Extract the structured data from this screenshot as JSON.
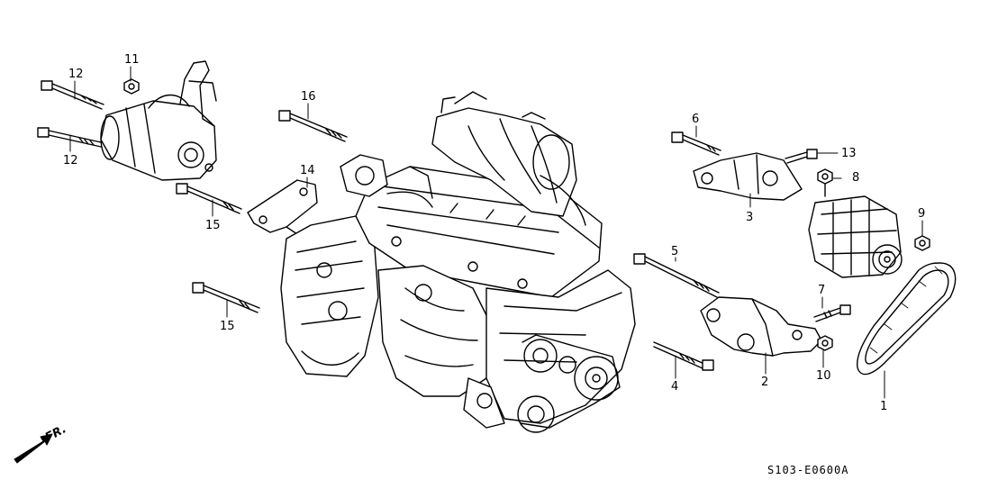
{
  "callouts": {
    "c1": "1",
    "c2": "2",
    "c3": "3",
    "c4": "4",
    "c5": "5",
    "c6": "6",
    "c7": "7",
    "c8": "8",
    "c9": "9",
    "c10": "10",
    "c11": "11",
    "c12a": "12",
    "c12b": "12",
    "c13": "13",
    "c14": "14",
    "c15a": "15",
    "c15b": "15",
    "c16": "16"
  },
  "direction_label": "FR.",
  "diagram_code": "S103-E0600A"
}
